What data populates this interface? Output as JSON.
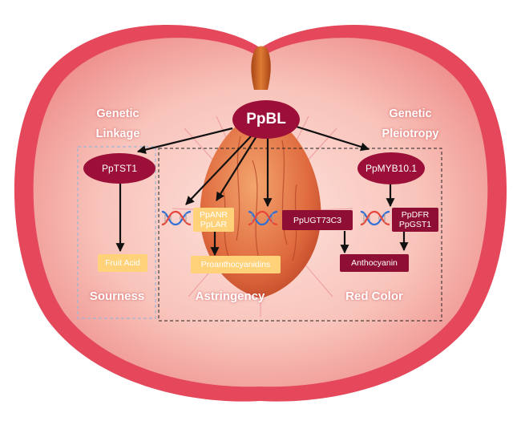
{
  "hub": {
    "label": "PpBL"
  },
  "associations": {
    "left": [
      "Genetic",
      "Linkage"
    ],
    "right": [
      "Genetic",
      "Pleiotropy"
    ]
  },
  "regulators": {
    "left": "PpTST1",
    "right": "PpMYB10.1"
  },
  "genes": {
    "astringency": [
      "PpANR",
      "PpLAR"
    ],
    "middle": "PpUGT73C3",
    "color": [
      "PpDFR",
      "PpGST1"
    ]
  },
  "products": {
    "acid": "Fruit Acid",
    "proanthocyanidins": "Proanthocyanidins",
    "anthocyanin": "Anthocyanin"
  },
  "traits": {
    "sourness": "Sourness",
    "astringency": "Astringency",
    "red_color": "Red Color"
  },
  "colors": {
    "regulator": "#9b0f38",
    "gene_yellow": "#ffd27a",
    "gene_maroon": "#8e0f33",
    "flesh": "#f6b6ae",
    "skin": "#e44a58"
  }
}
